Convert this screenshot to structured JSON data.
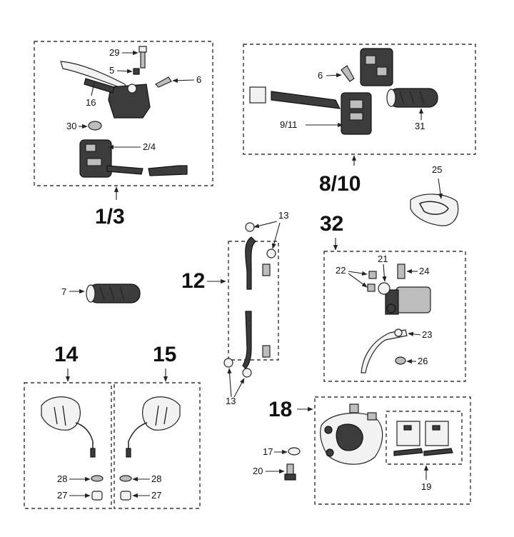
{
  "groups": {
    "g13": "1/3",
    "g810": "8/10",
    "g12": "12",
    "g14": "14",
    "g15": "15",
    "g18": "18",
    "g32": "32"
  },
  "parts": {
    "p29": "29",
    "p5": "5",
    "p6a": "6",
    "p16": "16",
    "p30": "30",
    "p24a": "2/4",
    "p6b": "6",
    "p911": "9/11",
    "p31": "31",
    "p25": "25",
    "p13a": "13",
    "p13b": "13",
    "p7": "7",
    "p21": "21",
    "p22": "22",
    "p24": "24",
    "p23": "23",
    "p26": "26",
    "p28a": "28",
    "p27a": "27",
    "p28b": "28",
    "p27b": "27",
    "p17": "17",
    "p20": "20",
    "p19": "19"
  }
}
